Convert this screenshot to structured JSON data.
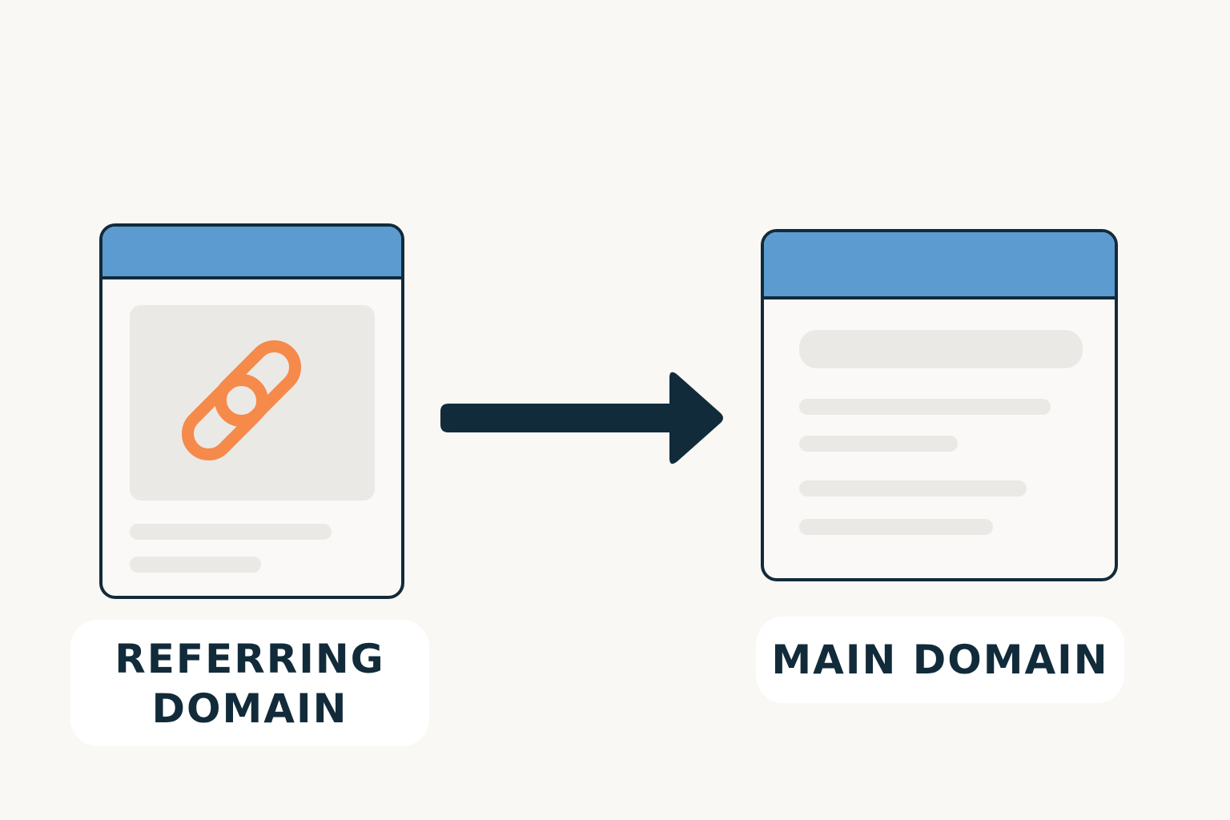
{
  "referring_domain": {
    "label_line1": "REFERRING",
    "label_line2": "DOMAIN",
    "icon": "link-icon"
  },
  "main_domain": {
    "label": "MAIN DOMAIN"
  },
  "arrow": {
    "icon": "arrow-right-icon"
  },
  "colors": {
    "background": "#faf8f5",
    "titlebar": "#5b9bd0",
    "outline": "#122b3a",
    "link_icon": "#f58a4b",
    "placeholder": "#ebe9e6"
  }
}
